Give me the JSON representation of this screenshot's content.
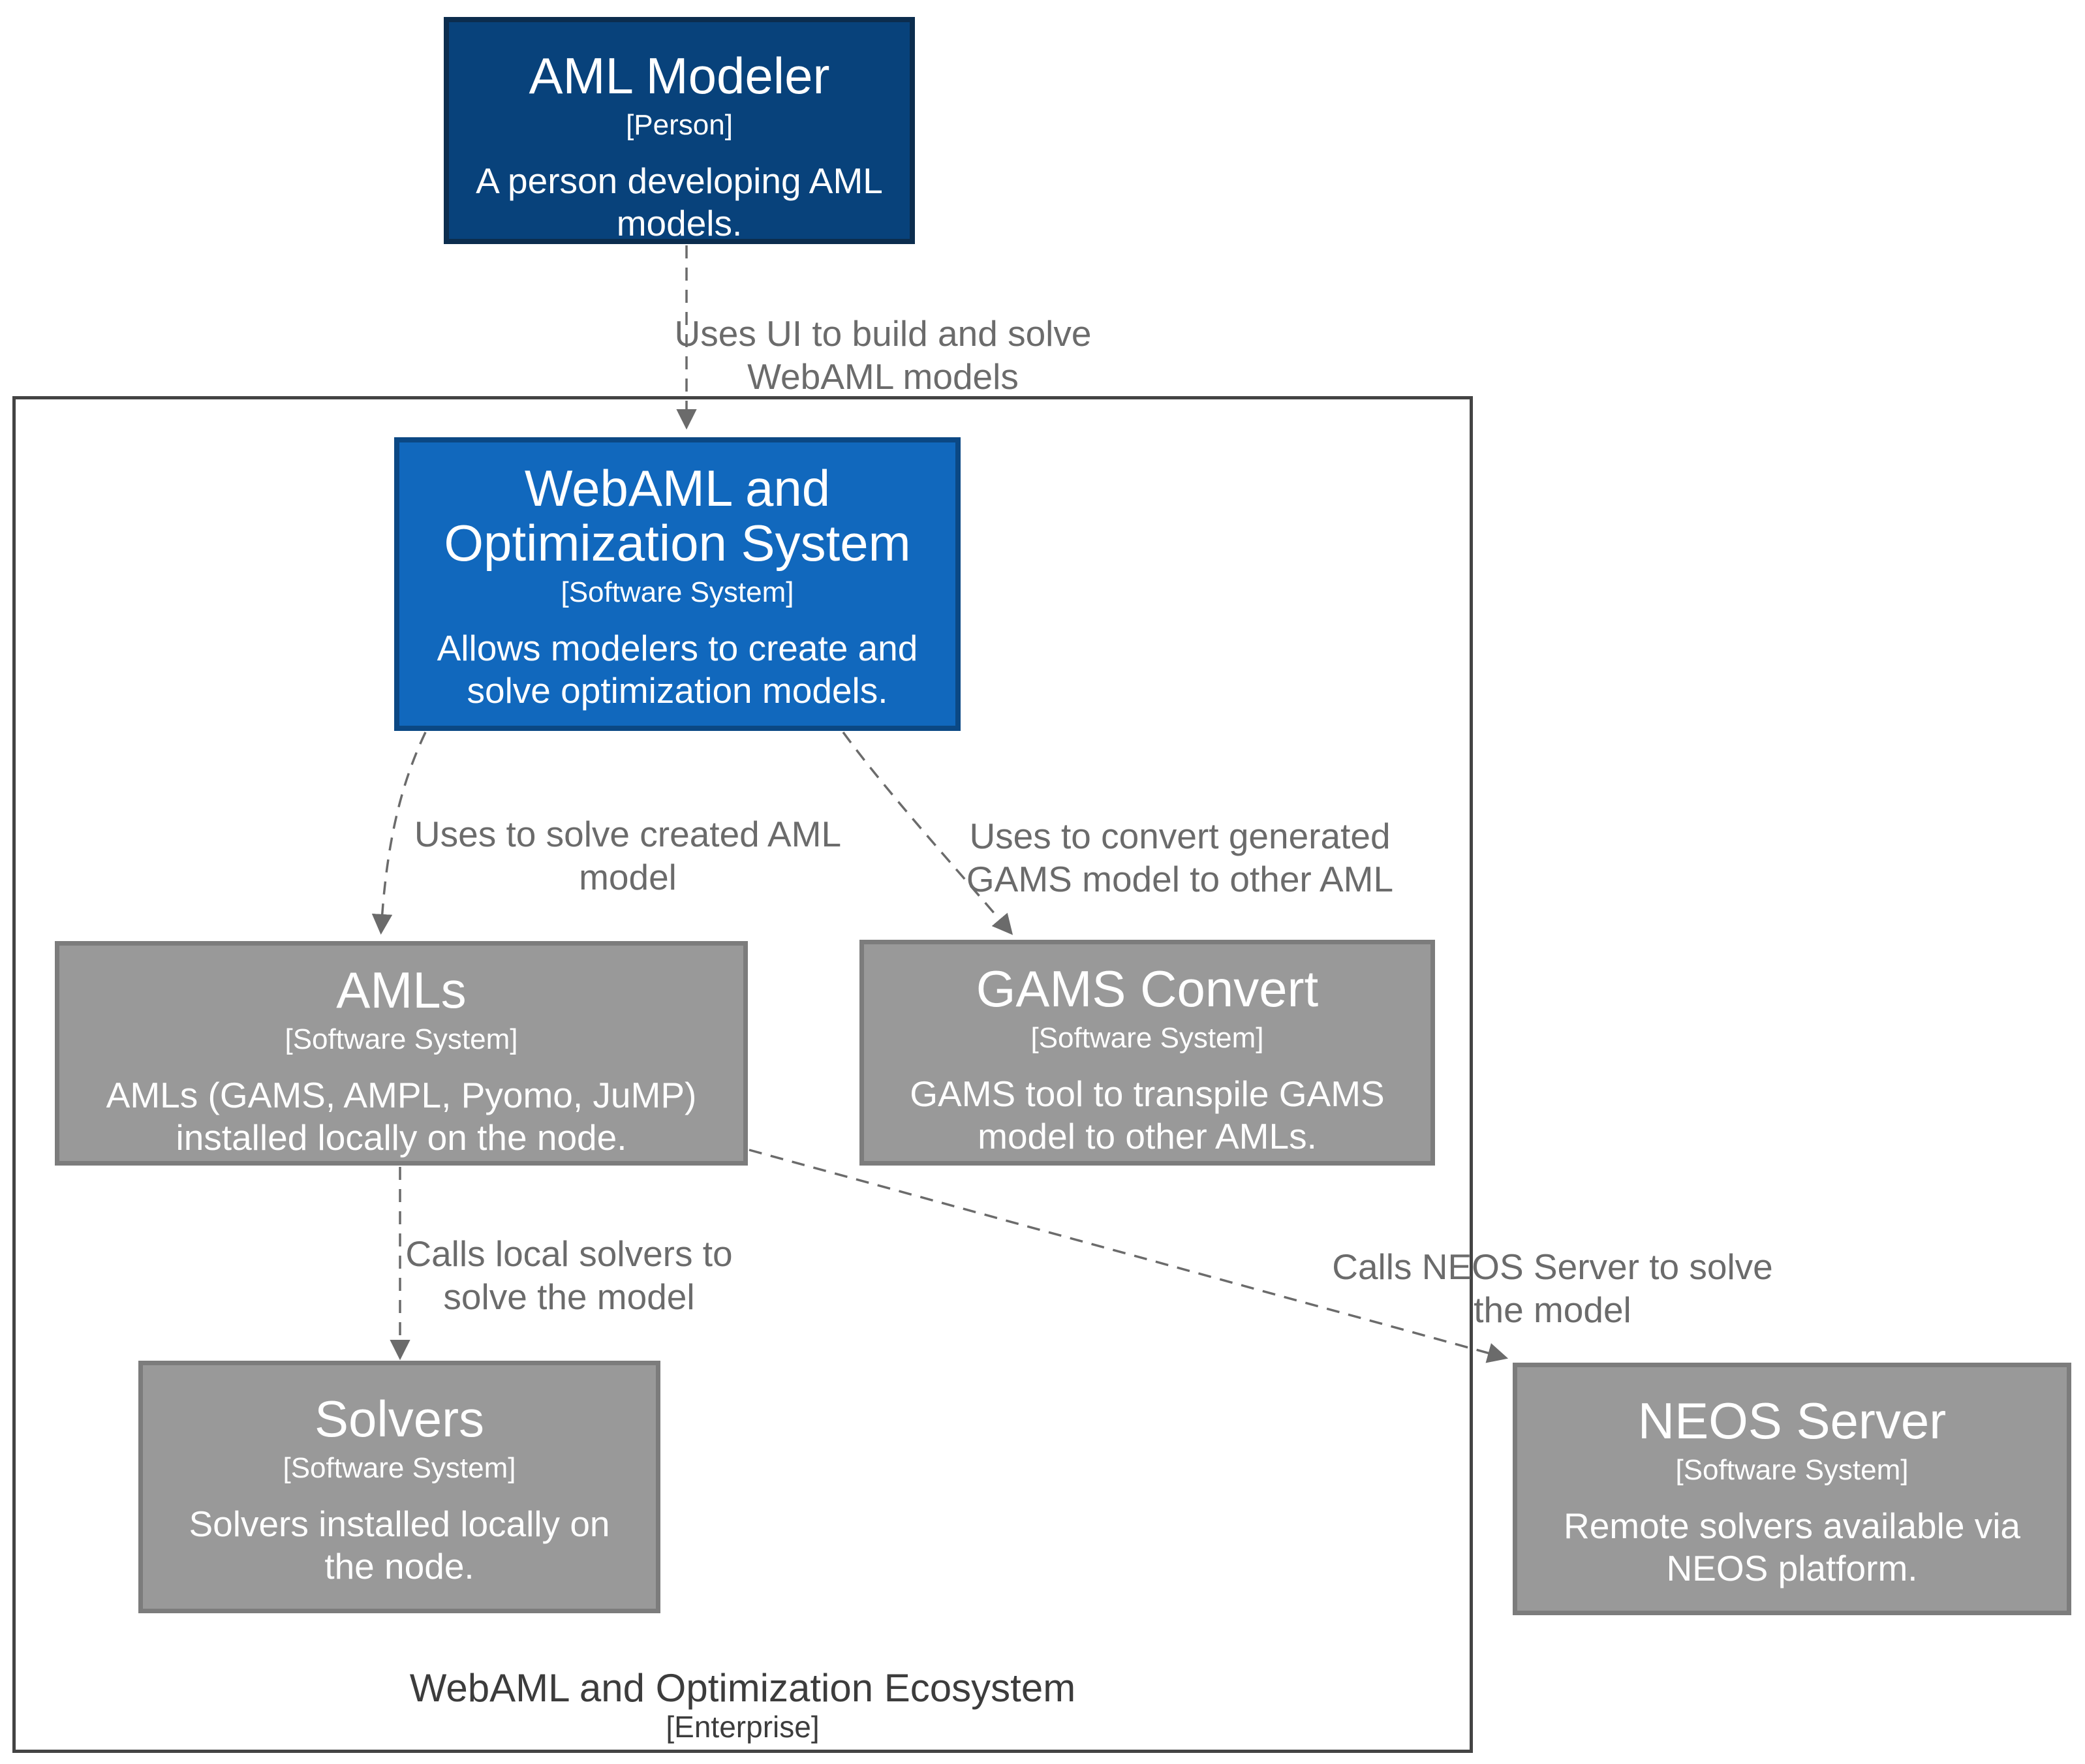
{
  "diagram": {
    "colors": {
      "person_fill": "#08427b",
      "person_border": "#0c2d4e",
      "system_fill": "#1168bd",
      "system_border": "#0b4884",
      "external_fill": "#999999",
      "external_border": "#7c7c7c",
      "boundary_border": "#444444",
      "boundary_text": "#3c3c3c",
      "relationship": "#6b6b6b",
      "node_text": "#ffffff"
    },
    "boundary": {
      "name": "WebAML and Optimization Ecosystem",
      "type": "[Enterprise]"
    },
    "nodes": {
      "aml_modeler": {
        "name": "AML Modeler",
        "type": "[Person]",
        "description": "A person developing AML models."
      },
      "webaml": {
        "name": "WebAML and Optimization System",
        "type": "[Software System]",
        "description": "Allows modelers to create and solve optimization models."
      },
      "amls": {
        "name": "AMLs",
        "type": "[Software System]",
        "description": "AMLs (GAMS, AMPL, Pyomo, JuMP) installed locally on the node."
      },
      "gams_convert": {
        "name": "GAMS Convert",
        "type": "[Software System]",
        "description": "GAMS tool to transpile GAMS model to other AMLs."
      },
      "solvers": {
        "name": "Solvers",
        "type": "[Software System]",
        "description": "Solvers installed locally on the node."
      },
      "neos_server": {
        "name": "NEOS Server",
        "type": "[Software System]",
        "description": "Remote solvers available via NEOS platform."
      }
    },
    "relationships": {
      "modeler_to_webaml": {
        "from": "AML Modeler",
        "to": "WebAML and Optimization System",
        "label": "Uses UI to build and solve WebAML models"
      },
      "webaml_to_amls": {
        "from": "WebAML and Optimization System",
        "to": "AMLs",
        "label": "Uses to solve created AML model"
      },
      "webaml_to_gams": {
        "from": "WebAML and Optimization System",
        "to": "GAMS Convert",
        "label": "Uses to convert generated GAMS model to other AML"
      },
      "amls_to_solvers": {
        "from": "AMLs",
        "to": "Solvers",
        "label": "Calls local solvers to solve the model"
      },
      "amls_to_neos": {
        "from": "AMLs",
        "to": "NEOS Server",
        "label": "Calls NEOS Server to solve the model"
      }
    }
  }
}
